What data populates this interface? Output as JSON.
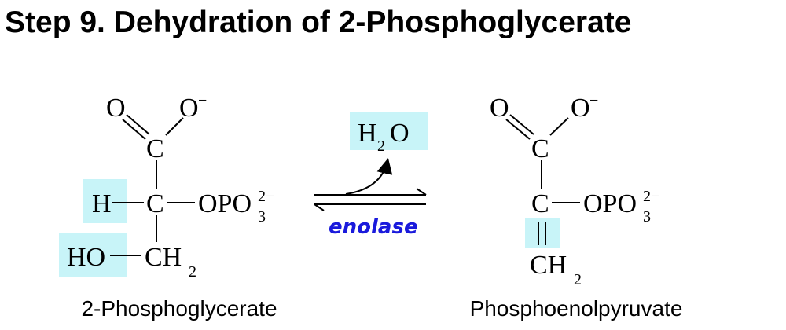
{
  "title": "Step 9. Dehydration of 2-Phosphoglycerate",
  "reactant": {
    "name": "2-Phosphoglycerate",
    "atoms": {
      "o_double": "O",
      "o_minus": "O",
      "charge_minus": "−",
      "c1": "C",
      "h": "H",
      "c2": "C",
      "opo": "OPO",
      "opo_sub": "3",
      "opo_sup": "2−",
      "ho": "HO",
      "ch": "CH",
      "ch_sub": "2"
    }
  },
  "product": {
    "name": "Phosphoenolpyruvate",
    "atoms": {
      "o_double": "O",
      "o_minus": "O",
      "charge_minus": "−",
      "c1": "C",
      "c2": "C",
      "opo": "OPO",
      "opo_sub": "3",
      "opo_sup": "2−",
      "ch": "CH",
      "ch_sub": "2"
    }
  },
  "reaction": {
    "byproduct": "H",
    "byproduct_sub": "2",
    "byproduct_tail": "O",
    "enzyme": "enolase"
  },
  "colors": {
    "highlight": "#c8f4f8",
    "enzyme": "#1a1adc"
  }
}
